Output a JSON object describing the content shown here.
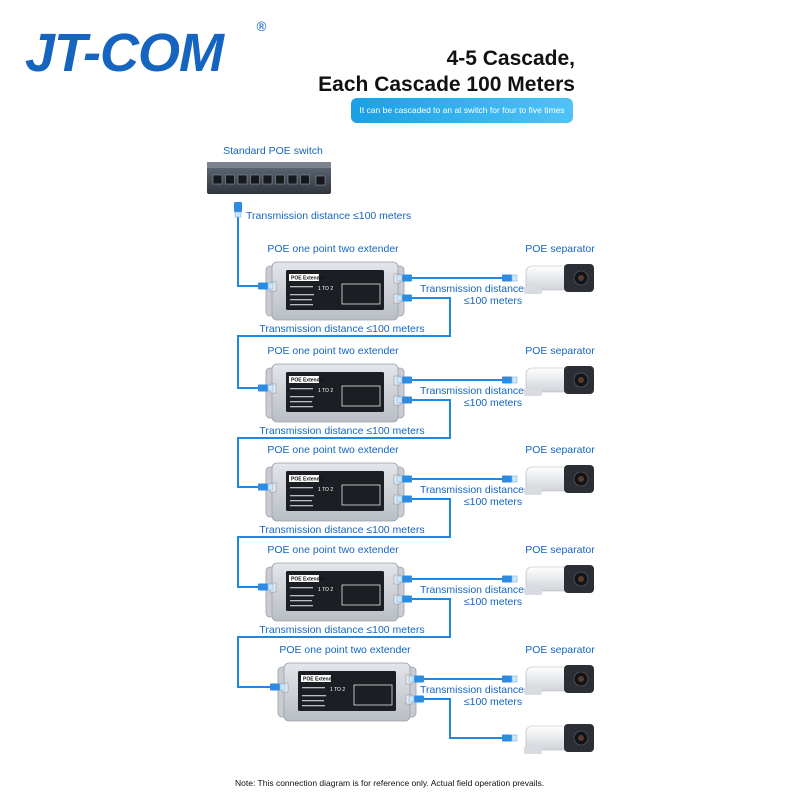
{
  "brand": {
    "logo": "JT-COM",
    "registered": "®"
  },
  "header": {
    "title_line1": "4-5 Cascade,",
    "title_line2": "Each Cascade 100 Meters",
    "pill_text": "It can be cascaded to an at switch for four to five times",
    "microtext": ""
  },
  "switch": {
    "label": "Standard POE switch"
  },
  "top_distance": "Transmission distance ≤100 meters",
  "extenders": [
    {
      "title": "POE one point two extender",
      "device_name": "POE Extender",
      "ratio": "1 TO 2",
      "side_distance_1": "Transmission distance",
      "side_distance_2": "≤100 meters",
      "down_distance": "Transmission distance ≤100 meters",
      "camera_label": "POE separator"
    },
    {
      "title": "POE one point two extender",
      "device_name": "POE Extender",
      "ratio": "1 TO 2",
      "side_distance_1": "Transmission distance",
      "side_distance_2": "≤100 meters",
      "down_distance": "Transmission distance ≤100 meters",
      "camera_label": "POE separator"
    },
    {
      "title": "POE one point two extender",
      "device_name": "POE Extender",
      "ratio": "1 TO 2",
      "side_distance_1": "Transmission distance",
      "side_distance_2": "≤100 meters",
      "down_distance": "Transmission distance ≤100 meters",
      "camera_label": "POE separator"
    },
    {
      "title": "POE one point two extender",
      "device_name": "POE Extender",
      "ratio": "1 TO 2",
      "side_distance_1": "Transmission distance",
      "side_distance_2": "≤100 meters",
      "down_distance": "Transmission distance ≤100 meters",
      "camera_label": "POE separator"
    },
    {
      "title": "POE one point two extender",
      "device_name": "POE Extender",
      "ratio": "1 TO 2",
      "side_distance_1": "Transmission distance",
      "side_distance_2": "≤100 meters",
      "down_distance": "",
      "camera_label": "POE separator"
    }
  ],
  "footer": {
    "note": "Note: This connection diagram is for reference only. Actual field operation prevails."
  },
  "colors": {
    "brand_blue": "#1565c0",
    "cable_blue": "#1e88e5",
    "pill_start": "#1aa0e6",
    "pill_end": "#4fc3f7"
  },
  "icons": {
    "switch": "network-switch-icon",
    "extender": "poe-extender-icon",
    "camera": "bullet-camera-icon",
    "connector": "rj45-connector-icon"
  }
}
